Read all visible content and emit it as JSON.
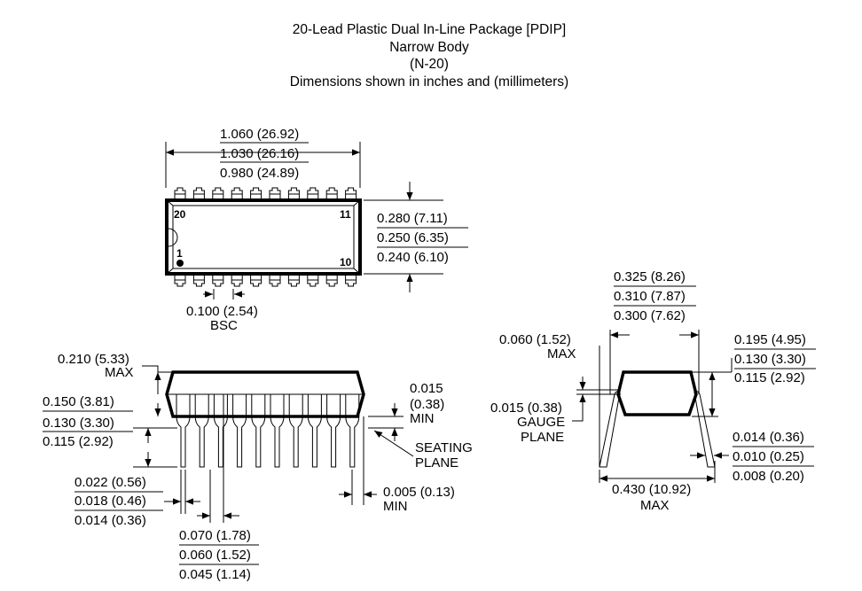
{
  "title": {
    "line1": "20-Lead Plastic Dual In-Line Package [PDIP]",
    "line2": "Narrow Body",
    "line3": "(N-20)",
    "line4": "Dimensions shown in inches and (millimeters)"
  },
  "top_view": {
    "length": [
      "1.060 (26.92)",
      "1.030 (26.16)",
      "0.980 (24.89)"
    ],
    "width": [
      "0.280 (7.11)",
      "0.250 (6.35)",
      "0.240 (6.10)"
    ],
    "pitch": [
      "0.100 (2.54)",
      "BSC"
    ],
    "pins": {
      "p20": "20",
      "p11": "11",
      "p1": "1",
      "p10": "10"
    }
  },
  "side_view": {
    "height_max": [
      "0.210 (5.33)",
      "MAX"
    ],
    "lead_length": [
      "0.150 (3.81)",
      "0.130 (3.30)",
      "0.115 (2.92)"
    ],
    "standoff": [
      "0.015",
      "(0.38)",
      "MIN"
    ],
    "seating_plane": [
      "SEATING",
      "PLANE"
    ],
    "lead_width": [
      "0.022 (0.56)",
      "0.018 (0.46)",
      "0.014 (0.36)"
    ],
    "end_gap": [
      "0.005 (0.13)",
      "MIN"
    ],
    "shoulder_width": [
      "0.070 (1.78)",
      "0.060 (1.52)",
      "0.045 (1.14)"
    ]
  },
  "end_view": {
    "row_spacing": [
      "0.325 (8.26)",
      "0.310 (7.87)",
      "0.300 (7.62)"
    ],
    "shoulder_max": [
      "0.060 (1.52)",
      "MAX"
    ],
    "gauge_plane": [
      "0.015 (0.38)",
      "GAUGE",
      "PLANE"
    ],
    "body_height": [
      "0.195 (4.95)",
      "0.130 (3.30)",
      "0.115 (2.92)"
    ],
    "lead_thickness": [
      "0.014 (0.36)",
      "0.010 (0.25)",
      "0.008 (0.20)"
    ],
    "overall_width": [
      "0.430 (10.92)",
      "MAX"
    ]
  }
}
